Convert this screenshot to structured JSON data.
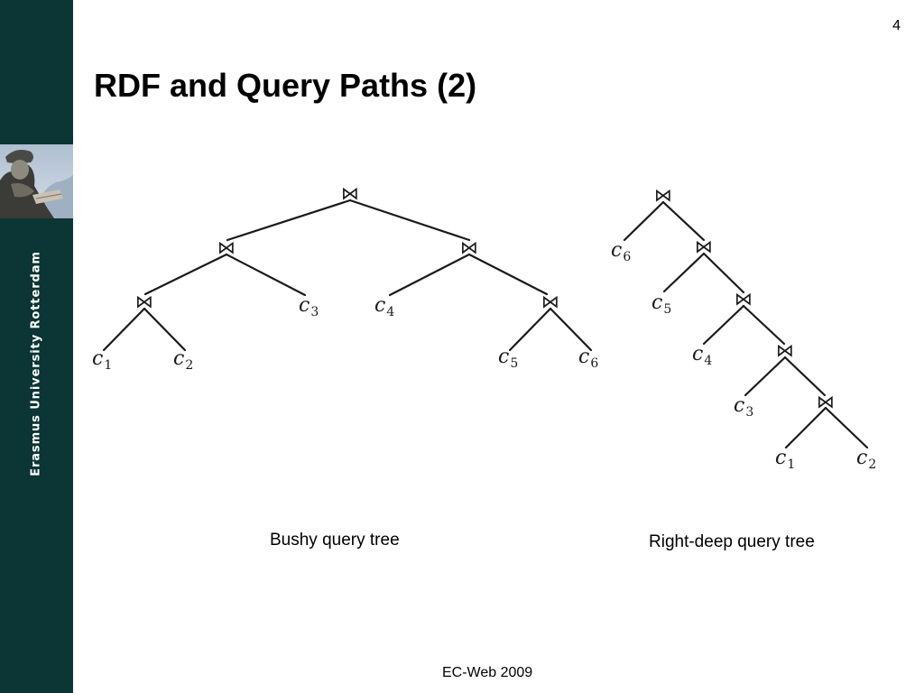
{
  "slide": {
    "page_number": "4",
    "title": "RDF and Query Paths (2)",
    "footer": "EC-Web 2009"
  },
  "sidebar": {
    "university_name": "Erasmus University Rotterdam",
    "background_color": "#0c3535"
  },
  "diagrams": {
    "join_symbol": "⋈",
    "bushy": {
      "caption": "Bushy query tree",
      "leaves": [
        {
          "base": "c",
          "sub": "1"
        },
        {
          "base": "c",
          "sub": "2"
        },
        {
          "base": "c",
          "sub": "3"
        },
        {
          "base": "c",
          "sub": "4"
        },
        {
          "base": "c",
          "sub": "5"
        },
        {
          "base": "c",
          "sub": "6"
        }
      ]
    },
    "right_deep": {
      "caption": "Right-deep query tree",
      "leaves": [
        {
          "base": "c",
          "sub": "6"
        },
        {
          "base": "c",
          "sub": "5"
        },
        {
          "base": "c",
          "sub": "4"
        },
        {
          "base": "c",
          "sub": "3"
        },
        {
          "base": "c",
          "sub": "1"
        },
        {
          "base": "c",
          "sub": "2"
        }
      ]
    }
  }
}
